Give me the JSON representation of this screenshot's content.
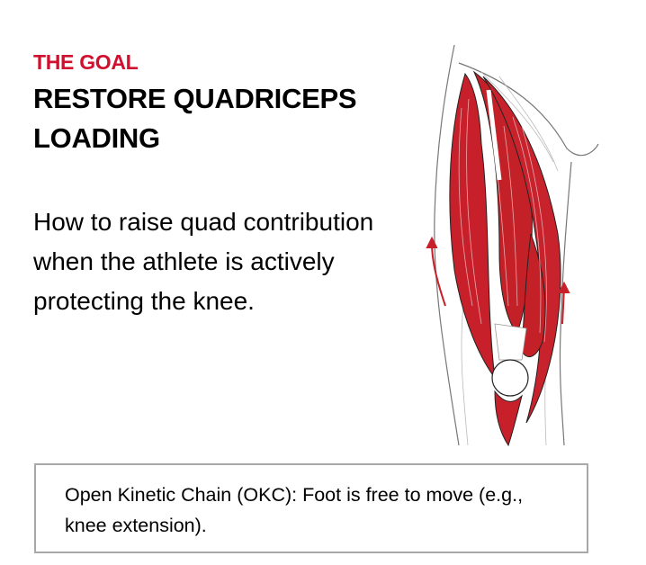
{
  "header": {
    "eyebrow": "THE GOAL",
    "title": "RESTORE QUADRICEPS LOADING"
  },
  "body": {
    "text": "How to raise quad contribution when the athlete is actively protecting the knee."
  },
  "illustration": {
    "icon": "quadriceps-anatomy-illustration",
    "muscle_color": "#c8202a"
  },
  "note": {
    "text": "Open Kinetic Chain (OKC): Foot is free to move (e.g., knee extension)."
  },
  "colors": {
    "accent": "#d0102e",
    "text": "#000000",
    "border": "#a8a8a8"
  }
}
